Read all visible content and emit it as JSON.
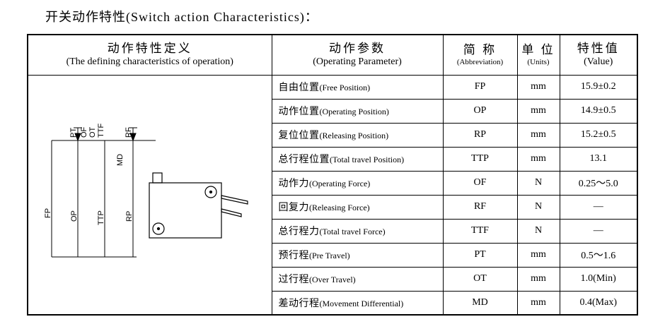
{
  "page": {
    "title": "开关动作特性(Switch action Characteristics)："
  },
  "table": {
    "definition_header": {
      "cn": "动作特性定义",
      "en": "(The defining characteristics of operation)"
    },
    "columns": {
      "parameter": {
        "cn": "动作参数",
        "en": "(Operating Parameter)"
      },
      "abbreviation": {
        "cn": "简 称",
        "en": "(Abbreviation)"
      },
      "units": {
        "cn": "单 位",
        "en": "(Units)"
      },
      "value": {
        "cn": "特性值",
        "en": "(Value)"
      }
    },
    "rows": [
      {
        "cn": "自由位置",
        "en": "(Free Position)",
        "abbr": "FP",
        "unit": "mm",
        "value": "15.9±0.2"
      },
      {
        "cn": "动作位置",
        "en": "(Operating Position)",
        "abbr": "OP",
        "unit": "mm",
        "value": "14.9±0.5"
      },
      {
        "cn": "复位位置",
        "en": "(Releasing Position)",
        "abbr": "RP",
        "unit": "mm",
        "value": "15.2±0.5"
      },
      {
        "cn": "总行程位置",
        "en": "(Total travel Position)",
        "abbr": "TTP",
        "unit": "mm",
        "value": "13.1"
      },
      {
        "cn": "动作力",
        "en": "(Operating Force)",
        "abbr": "OF",
        "unit": "N",
        "value": "0.25～5.0"
      },
      {
        "cn": "回复力",
        "en": "(Releasing Force)",
        "abbr": "RF",
        "unit": "N",
        "value": "—"
      },
      {
        "cn": "总行程力",
        "en": "(Total travel Force)",
        "abbr": "TTF",
        "unit": "N",
        "value": "—"
      },
      {
        "cn": "预行程",
        "en": "(Pre Travel)",
        "abbr": "PT",
        "unit": "mm",
        "value": "0.5～1.6"
      },
      {
        "cn": "过行程",
        "en": "(Over Travel)",
        "abbr": "OT",
        "unit": "mm",
        "value": "1.0(Min)"
      },
      {
        "cn": "差动行程",
        "en": "(Movement Differential)",
        "abbr": "MD",
        "unit": "mm",
        "value": "0.4(Max)"
      }
    ]
  },
  "diagram": {
    "pt": "PT",
    "of": "OF",
    "ot": "OT",
    "ttf": "TTF",
    "rf": "RF",
    "md": "MD",
    "fp": "FP",
    "op": "OP",
    "ttp": "TTP",
    "rp": "RP"
  }
}
